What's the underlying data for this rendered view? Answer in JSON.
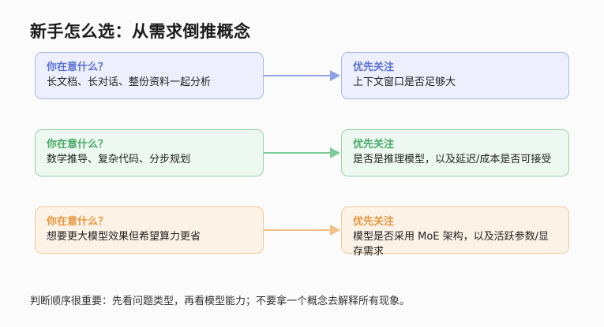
{
  "title": "新手怎么选：从需求倒推概念",
  "rows": [
    {
      "need_heading": "你在意什么？",
      "need_text": "长文档、长对话、整份资料一起分析",
      "focus_heading": "优先关注",
      "focus_text": "上下文窗口是否足够大",
      "colors": {
        "border": "#a9b6e8",
        "fill": "#edf0fc",
        "heading": "#5a70d6",
        "arrow": "#8ea2e6"
      }
    },
    {
      "need_heading": "你在意什么？",
      "need_text": "数学推导、复杂代码、分步规划",
      "focus_heading": "优先关注",
      "focus_text": "是否是推理模型，以及延迟/成本是否可接受",
      "colors": {
        "border": "#9ad1ac",
        "fill": "#ecf8f0",
        "heading": "#4aaa69",
        "arrow": "#7ecb98"
      }
    },
    {
      "need_heading": "你在意什么？",
      "need_text": "想要更大模型效果但希望算力更省",
      "focus_heading": "优先关注",
      "focus_text": "模型是否采用 MoE 架构，以及活跃参数/显存需求",
      "colors": {
        "border": "#f3c99a",
        "fill": "#fdf2e6",
        "heading": "#e8963e",
        "arrow": "#f3bf86"
      }
    }
  ],
  "footer": "判断顺序很重要：先看问题类型，再看模型能力；不要拿一个概念去解释所有现象。"
}
